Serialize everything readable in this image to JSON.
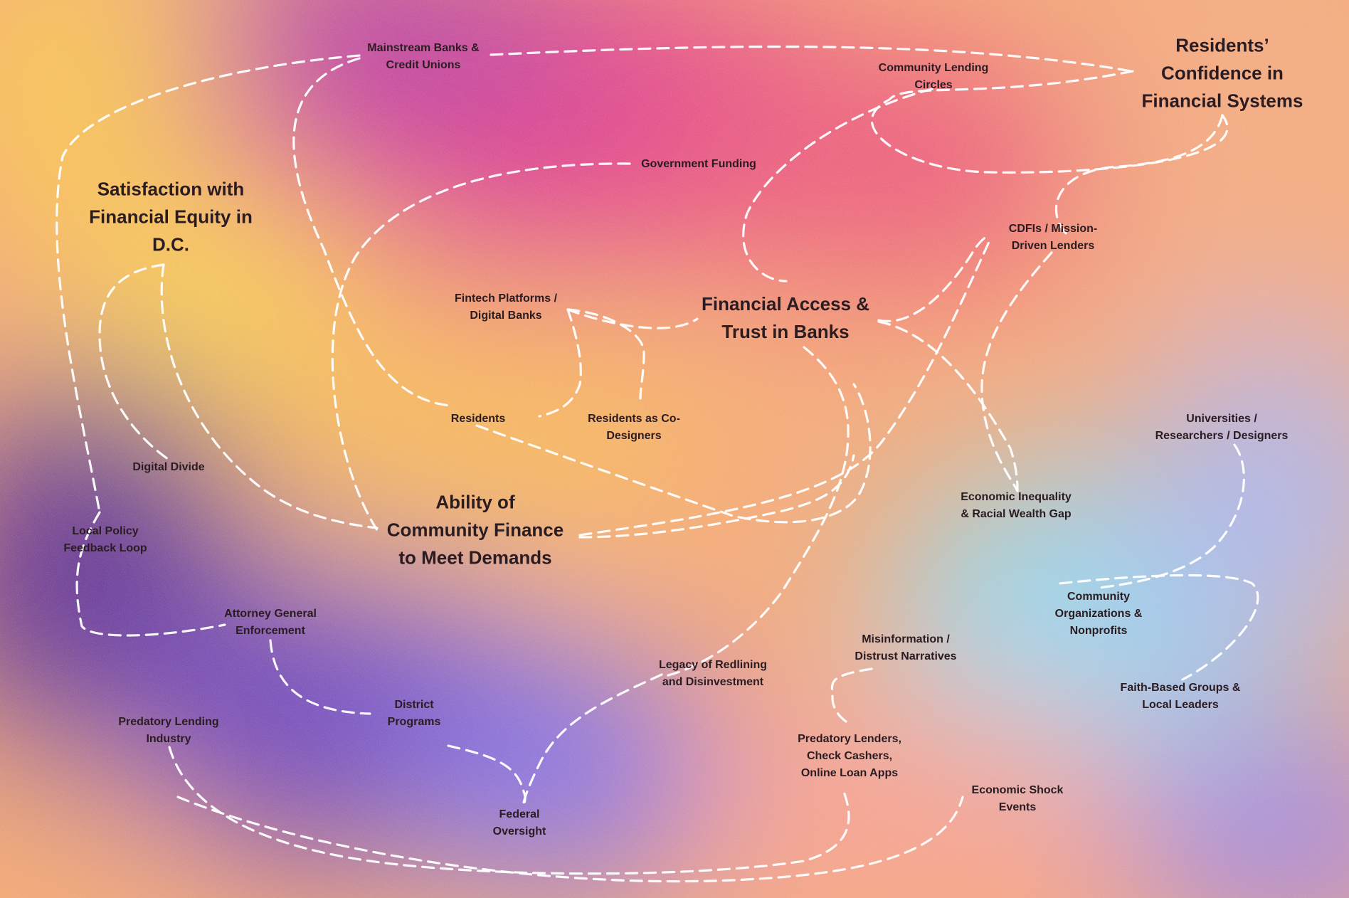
{
  "diagram": {
    "main_factors": [
      {
        "id": "confidence",
        "text": "Residents’\nConfidence in\nFinancial Systems"
      },
      {
        "id": "satisfaction",
        "text": "Satisfaction with\nFinancial Equity in\nD.C."
      },
      {
        "id": "access",
        "text": "Financial Access &\nTrust in Banks"
      },
      {
        "id": "ability",
        "text": "Ability of\nCommunity Finance\nto Meet Demands"
      }
    ],
    "actors": [
      {
        "id": "mainstream",
        "text": "Mainstream Banks &\nCredit Unions"
      },
      {
        "id": "lending-circles",
        "text": "Community Lending\nCircles"
      },
      {
        "id": "gov-funding",
        "text": "Government Funding"
      },
      {
        "id": "cdfis",
        "text": "CDFIs / Mission-\nDriven Lenders"
      },
      {
        "id": "fintech",
        "text": "Fintech Platforms /\nDigital Banks"
      },
      {
        "id": "residents",
        "text": "Residents"
      },
      {
        "id": "co-designers",
        "text": "Residents as Co-\nDesigners"
      },
      {
        "id": "digital-divide",
        "text": "Digital Divide"
      },
      {
        "id": "universities",
        "text": "Universities /\nResearchers / Designers"
      },
      {
        "id": "inequality",
        "text": "Economic Inequality\n& Racial Wealth Gap"
      },
      {
        "id": "local-policy",
        "text": "Local Policy\nFeedback Loop"
      },
      {
        "id": "community-orgs",
        "text": "Community\nOrganizations &\nNonprofits"
      },
      {
        "id": "ag-enforcement",
        "text": "Attorney General\nEnforcement"
      },
      {
        "id": "misinformation",
        "text": "Misinformation /\nDistrust Narratives"
      },
      {
        "id": "redlining",
        "text": "Legacy of Redlining\nand Disinvestment"
      },
      {
        "id": "faith-based",
        "text": "Faith-Based Groups &\nLocal Leaders"
      },
      {
        "id": "district-programs",
        "text": "District\nPrograms"
      },
      {
        "id": "predatory-industry",
        "text": "Predatory Lending\nIndustry"
      },
      {
        "id": "predatory-lenders",
        "text": "Predatory Lenders,\nCheck Cashers,\nOnline Loan Apps"
      },
      {
        "id": "economic-shock",
        "text": "Economic Shock\nEvents"
      },
      {
        "id": "federal-oversight",
        "text": "Federal\nOversight"
      }
    ]
  },
  "colors": {
    "text": "#2b1c22",
    "connector": "#ffffff",
    "magenta": "#e8407e",
    "yellow": "#f9c94a",
    "purple": "#5a2a8c",
    "sky": "#8fd6ec",
    "peach": "#f4a373"
  }
}
